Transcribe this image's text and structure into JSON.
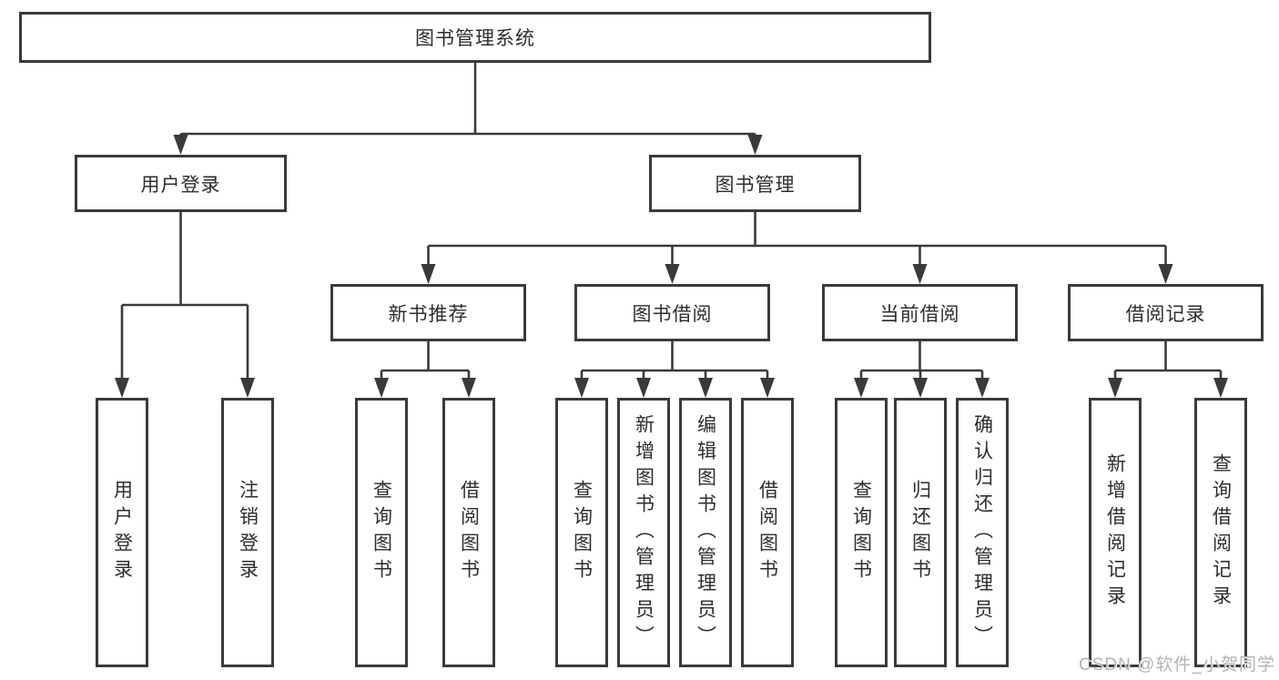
{
  "tree": {
    "root": {
      "label": "图书管理系统"
    },
    "branches": [
      {
        "label": "用户登录",
        "children": [
          {
            "label": "用户登录"
          },
          {
            "label": "注销登录"
          }
        ]
      },
      {
        "label": "图书管理",
        "children": [
          {
            "label": "新书推荐",
            "children": [
              {
                "label": "查询图书"
              },
              {
                "label": "借阅图书"
              }
            ]
          },
          {
            "label": "图书借阅",
            "children": [
              {
                "label": "查询图书"
              },
              {
                "label": "新增图书（管理员）"
              },
              {
                "label": "编辑图书（管理员）"
              },
              {
                "label": "借阅图书"
              }
            ]
          },
          {
            "label": "当前借阅",
            "children": [
              {
                "label": "查询图书"
              },
              {
                "label": "归还图书"
              },
              {
                "label": "确认归还（管理员）"
              }
            ]
          },
          {
            "label": "借阅记录",
            "children": [
              {
                "label": "新增借阅记录"
              },
              {
                "label": "查询借阅记录"
              }
            ]
          }
        ]
      }
    ]
  },
  "watermark": {
    "text": "CSDN @软件_小贺同学"
  },
  "colors": {
    "line": "#3a3a3a",
    "text": "#2d2d2d",
    "watermark": "#b3b3b3"
  }
}
